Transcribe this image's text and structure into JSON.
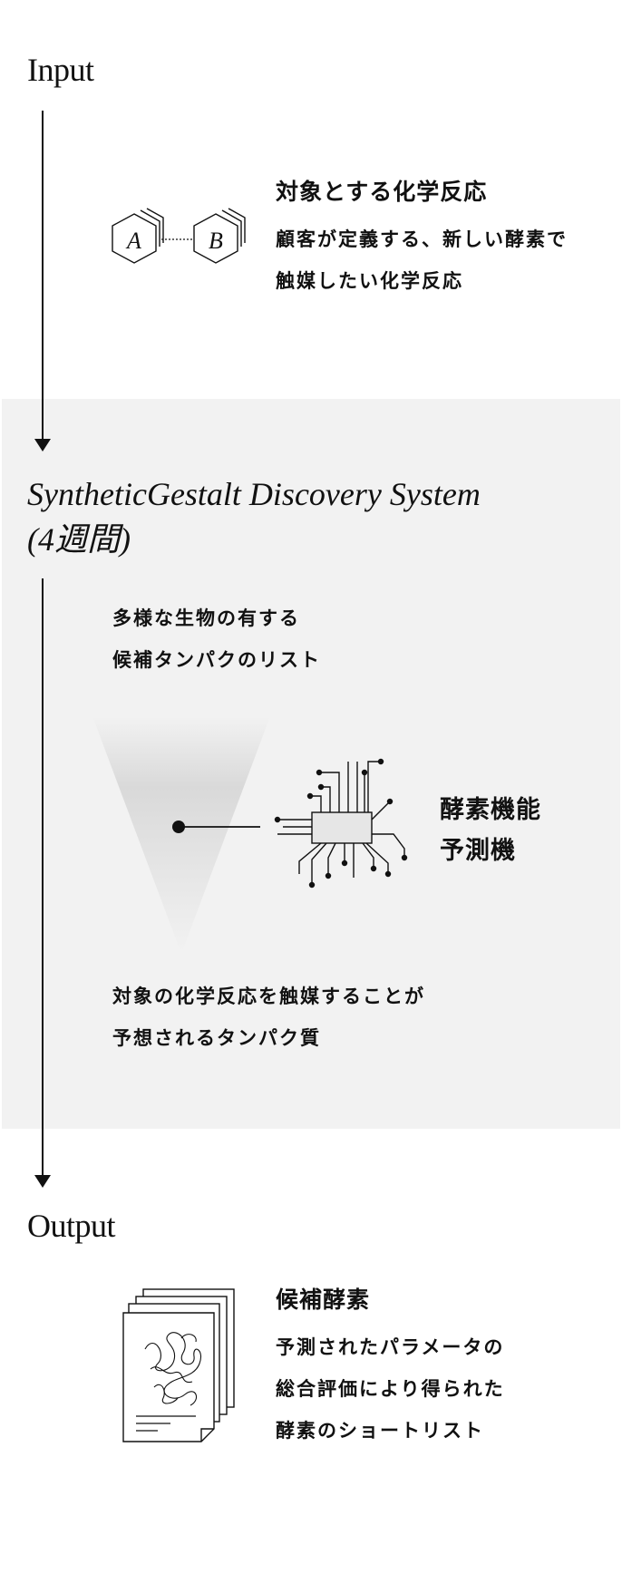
{
  "input": {
    "title": "Input",
    "reaction": {
      "heading": "対象とする化学反応",
      "description_line1": "顧客が定義する、新しい酵素で",
      "description_line2": "触媒したい化学反応",
      "label_a": "A",
      "label_b": "B"
    }
  },
  "system": {
    "title_line1": "SyntheticGestalt Discovery System",
    "title_line2": "(4週間)",
    "candidates_line1": "多様な生物の有する",
    "candidates_line2": "候補タンパクのリスト",
    "predictor_line1": "酵素機能",
    "predictor_line2": "予測機",
    "result_line1": "対象の化学反応を触媒することが",
    "result_line2": "予想されるタンパク質"
  },
  "output": {
    "title": "Output",
    "heading": "候補酵素",
    "description_line1": "予測されたパラメータの",
    "description_line2": "総合評価により得られた",
    "description_line3": "酵素のショートリスト"
  }
}
